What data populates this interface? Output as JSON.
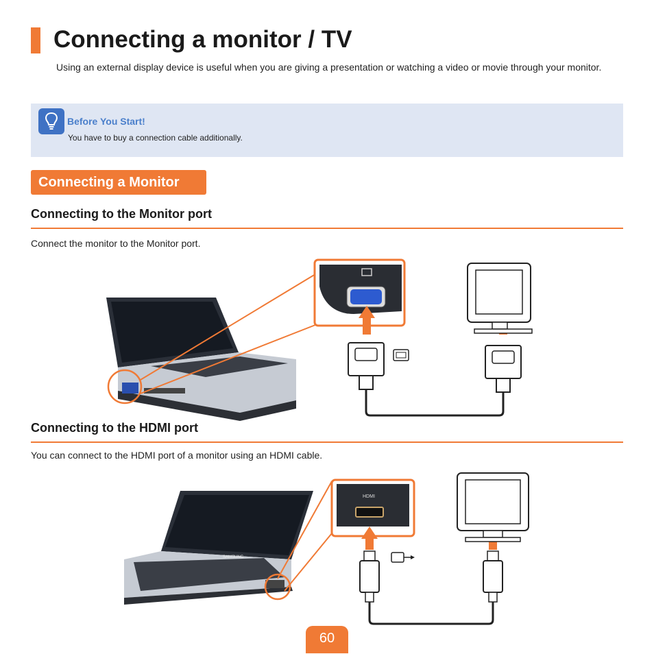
{
  "title": "Connecting a monitor / TV",
  "intro": "Using an external display device is useful when you are giving a presentation or watching a video or movie through your monitor.",
  "note": {
    "title": "Before You Start!",
    "text": "You have to buy a connection cable additionally."
  },
  "section": {
    "label": "Connecting a Monitor"
  },
  "monitor_port": {
    "heading": "Connecting to the Monitor port",
    "text": "Connect the monitor to the Monitor port."
  },
  "hdmi_port": {
    "heading": "Connecting to the HDMI port",
    "text": "You can connect to the HDMI port of a monitor using an HDMI cable.",
    "port_label": "HDMI",
    "brand": "SAMSUNG"
  },
  "page_number": "60",
  "colors": {
    "accent": "#f07a35",
    "note_bg": "#dfe6f3",
    "note_title": "#4a7fcb"
  }
}
